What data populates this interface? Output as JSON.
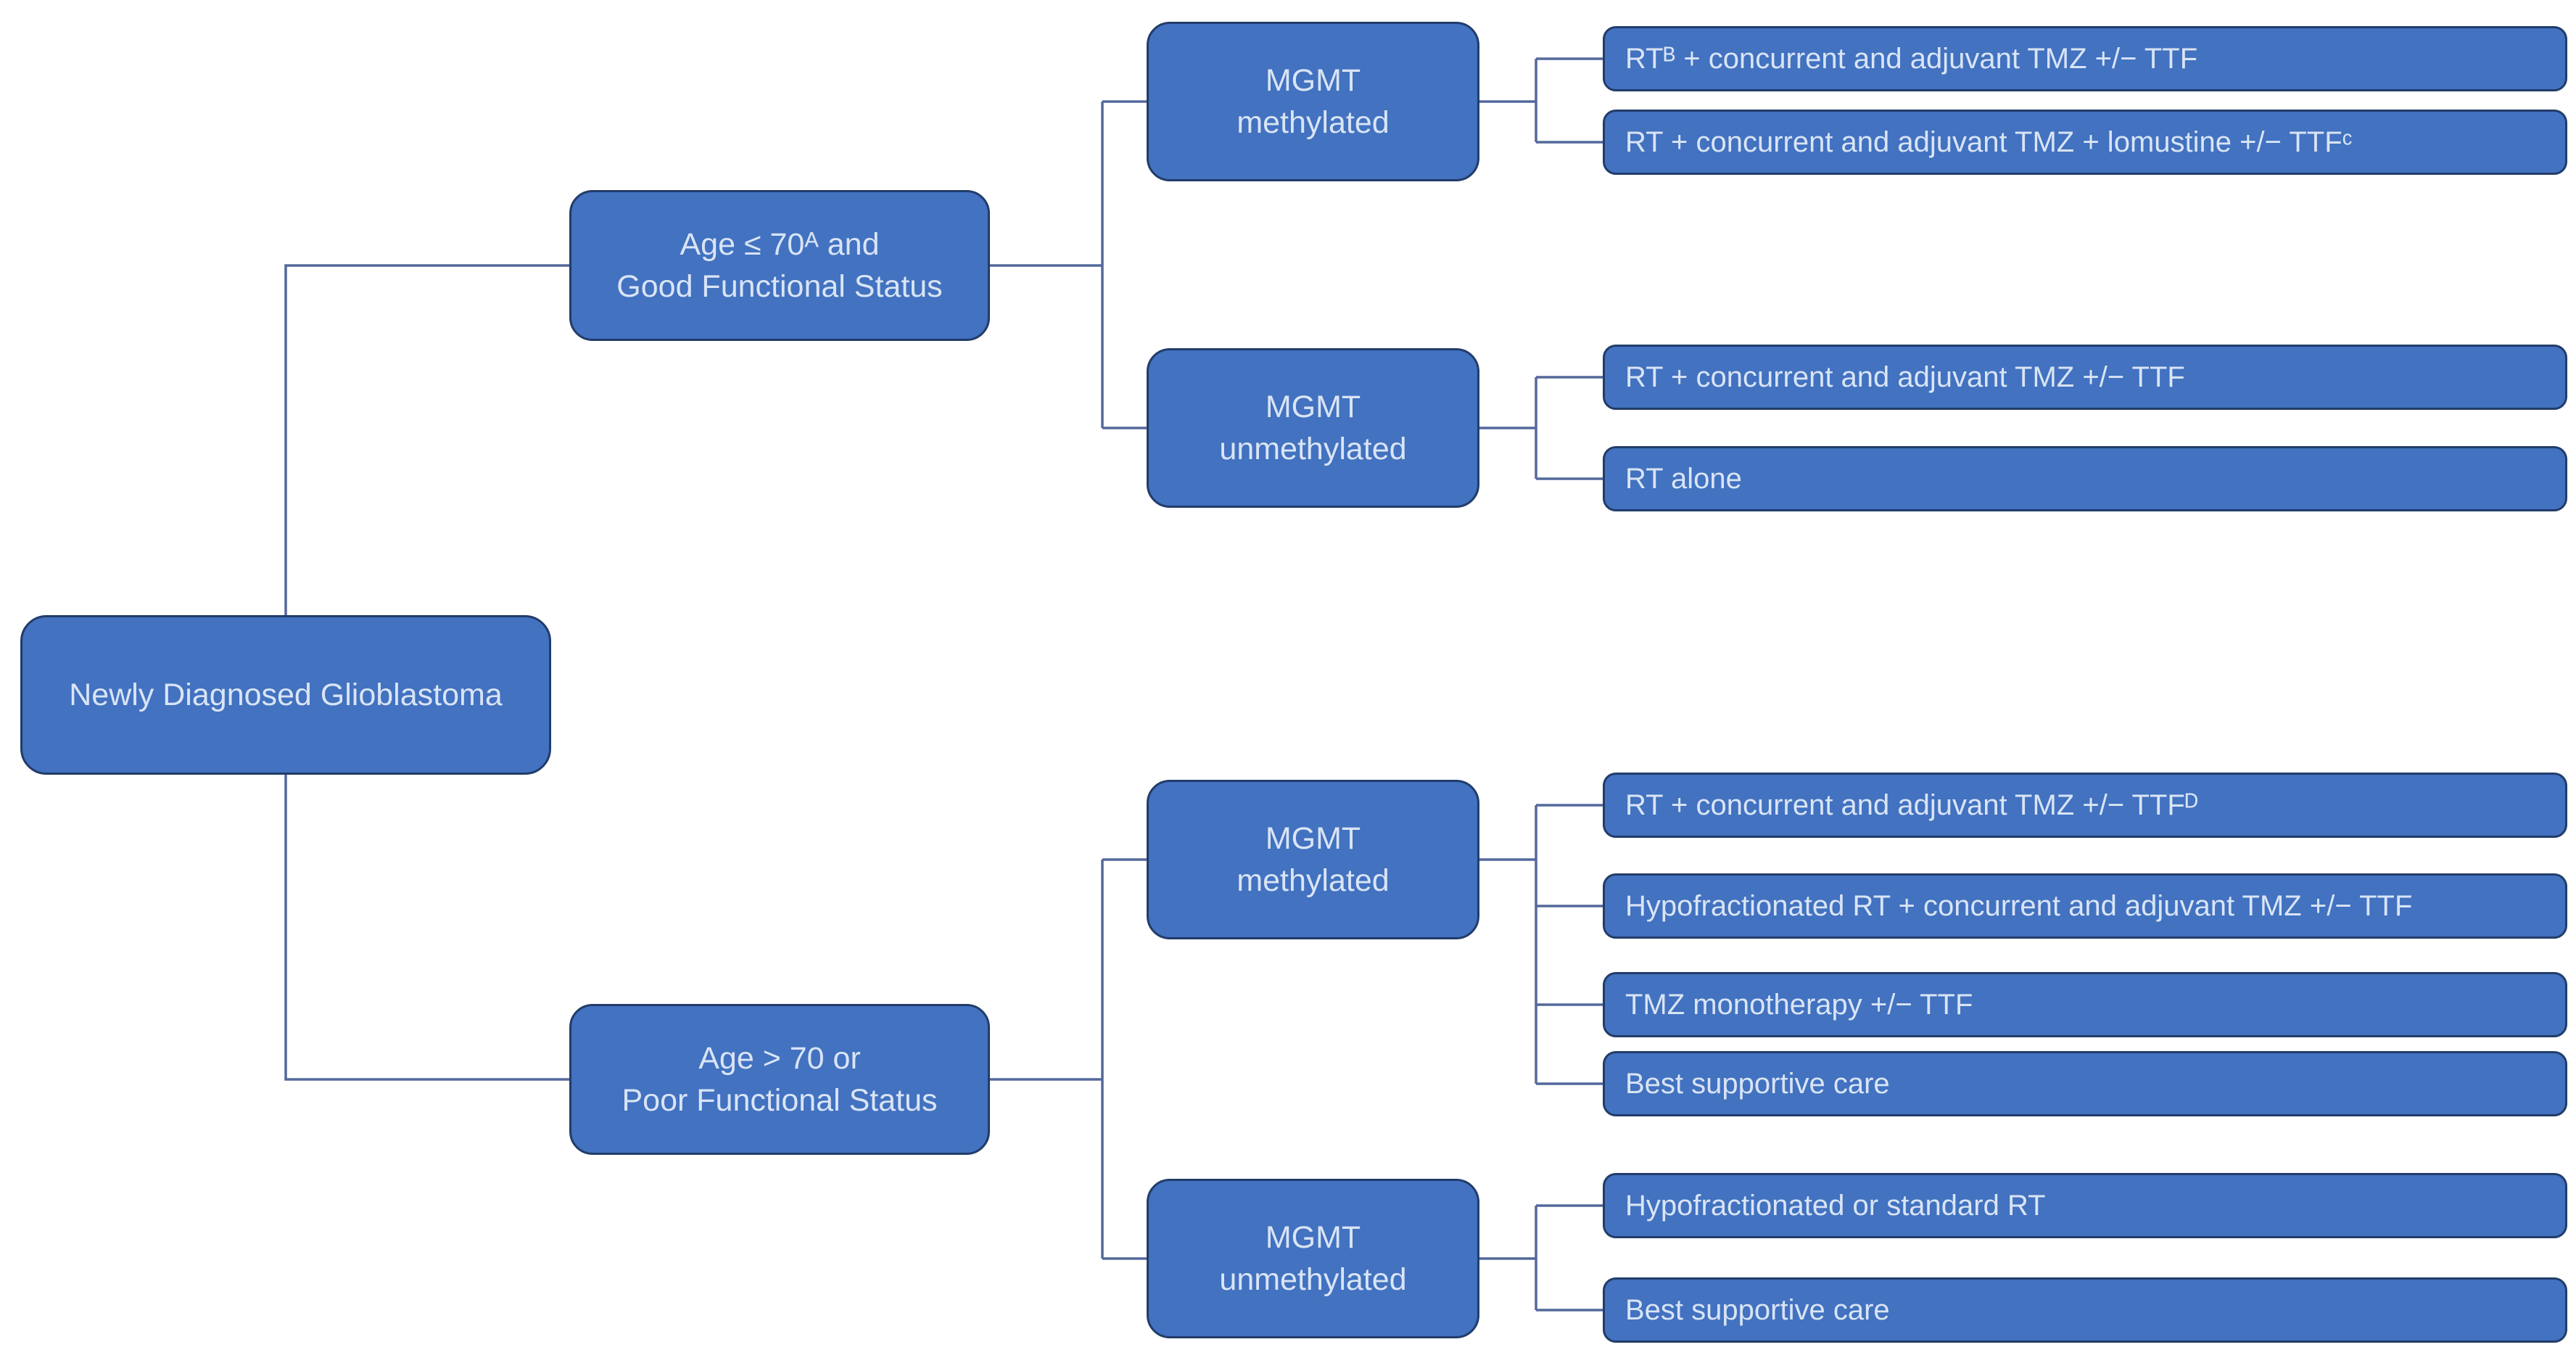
{
  "colors": {
    "box_fill": "#4272C0",
    "box_border": "#223C6A",
    "box_text": "#D9E4F5",
    "connector": "#54689B",
    "background": "#FFFFFF"
  },
  "tree": {
    "root_label": "Newly Diagnosed Glioblastoma",
    "top_branch": {
      "condition": "Age ≤ 70ᴬ and\nGood Functional Status",
      "mgmt_methylated": {
        "label": "MGMT\nmethylated",
        "options": [
          "RTᴮ + concurrent and adjuvant TMZ +/− TTF",
          "RT + concurrent and adjuvant TMZ + lomustine +/− TTFᶜ"
        ]
      },
      "mgmt_unmethylated": {
        "label": "MGMT\nunmethylated",
        "options": [
          "RT + concurrent and adjuvant TMZ +/− TTF",
          "RT alone"
        ]
      }
    },
    "bottom_branch": {
      "condition": "Age > 70 or\nPoor Functional Status",
      "mgmt_methylated": {
        "label": "MGMT\nmethylated",
        "options": [
          "RT + concurrent and adjuvant TMZ +/− TTFᴰ",
          "Hypofractionated RT + concurrent and adjuvant TMZ +/− TTF",
          "TMZ monotherapy +/− TTF",
          "Best supportive care"
        ]
      },
      "mgmt_unmethylated": {
        "label": "MGMT\nunmethylated",
        "options": [
          "Hypofractionated or standard RT",
          "Best supportive care"
        ]
      }
    }
  }
}
